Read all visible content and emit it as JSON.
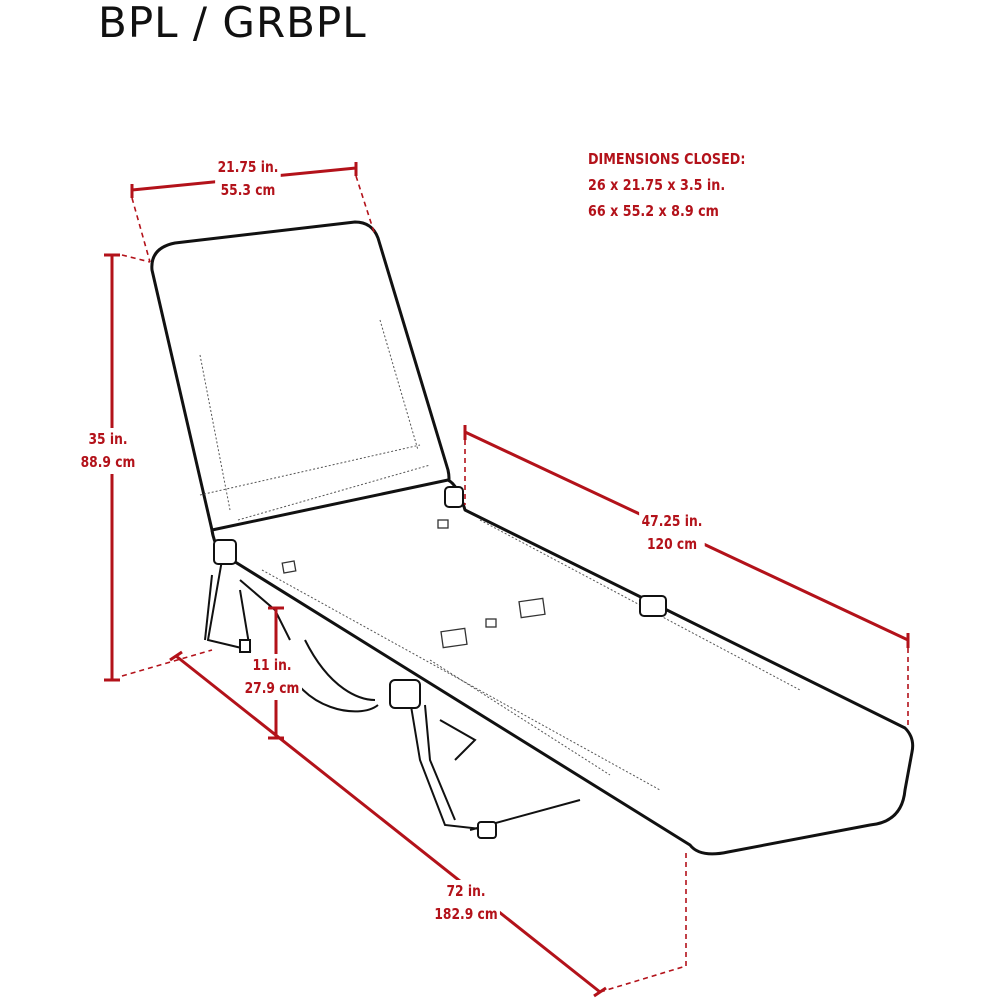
{
  "title": "BPL / GRBPL",
  "closed_dimensions": {
    "heading": "DIMENSIONS CLOSED:",
    "imperial": "26  x  21.75  x  3.5 in.",
    "metric": "66  x  55.2  x  8.9 cm"
  },
  "dimensions": {
    "width": {
      "in": "21.75 in.",
      "cm": "55.3 cm"
    },
    "height": {
      "in": "35 in.",
      "cm": "88.9 cm"
    },
    "seat_length": {
      "in": "47.25 in.",
      "cm": "120 cm"
    },
    "seat_height": {
      "in": "11 in.",
      "cm": "27.9 cm"
    },
    "total_length": {
      "in": "72 in.",
      "cm": "182.9 cm"
    }
  },
  "colors": {
    "dimension": "#b3121a",
    "line_art": "#111111"
  }
}
